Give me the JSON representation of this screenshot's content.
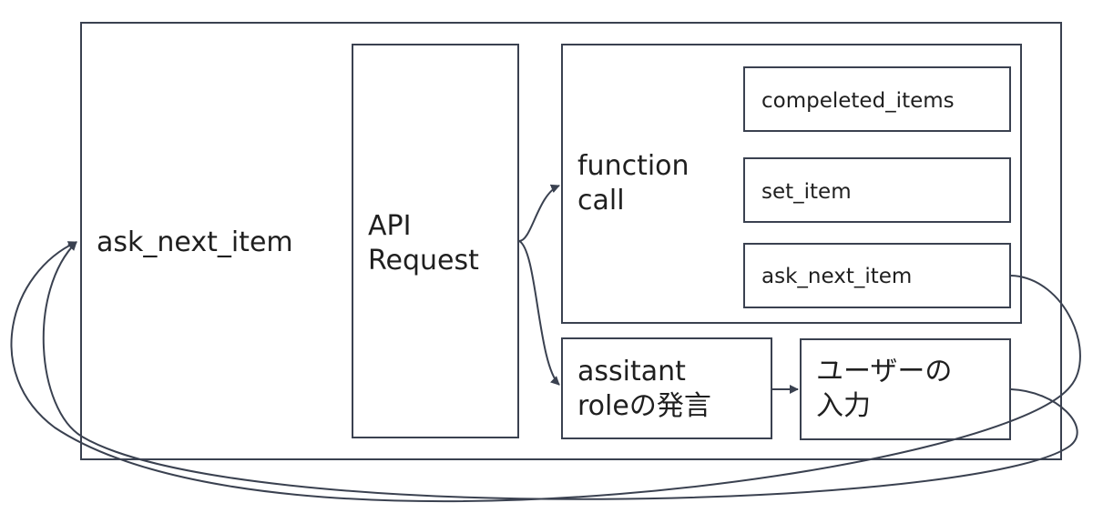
{
  "diagram": {
    "outer": {
      "label": "ask_next_item"
    },
    "api": {
      "label": "API\nRequest"
    },
    "function_call": {
      "label": "function\ncall",
      "items": [
        "compeleted_items",
        "set_item",
        "ask_next_item"
      ]
    },
    "assistant": {
      "label": "assitant\nroleの発言"
    },
    "user_input": {
      "label": "ユーザーの\n入力"
    }
  },
  "colors": {
    "stroke": "#3a4150",
    "text": "#1f1f1f"
  }
}
